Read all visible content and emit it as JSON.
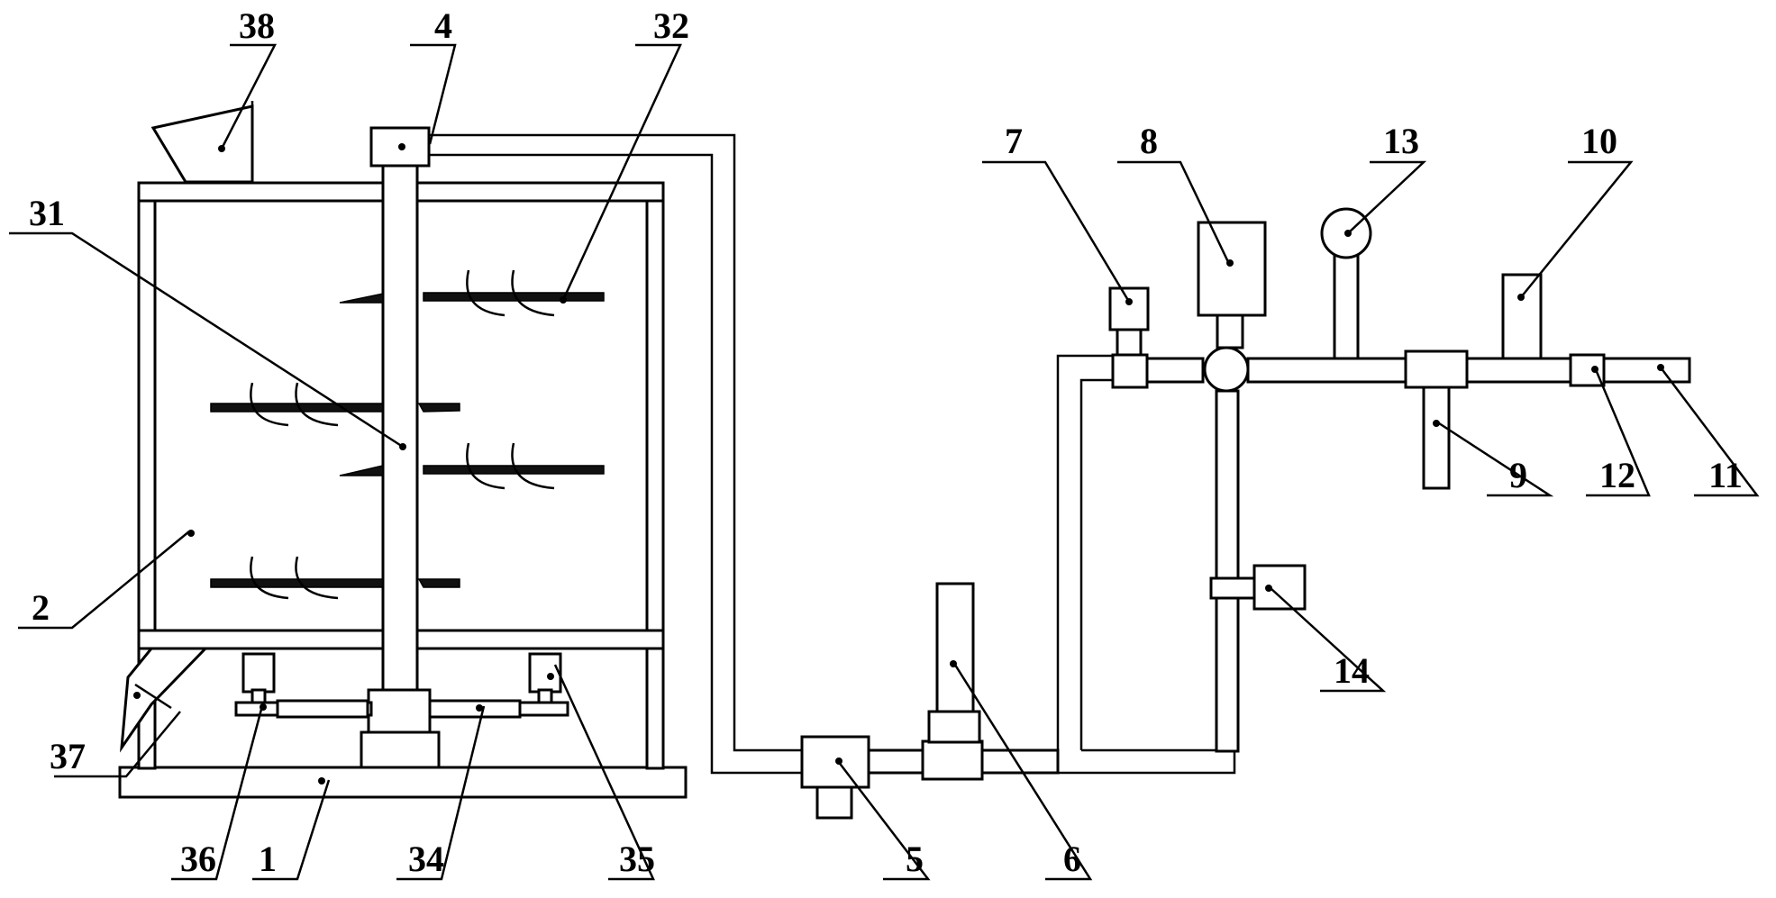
{
  "labels": {
    "l1": "1",
    "l2": "2",
    "l4": "4",
    "l5": "5",
    "l6": "6",
    "l7": "7",
    "l8": "8",
    "l9": "9",
    "l10": "10",
    "l11": "11",
    "l12": "12",
    "l13": "13",
    "l14": "14",
    "l31": "31",
    "l32": "32",
    "l34": "34",
    "l35": "35",
    "l36": "36",
    "l37": "37",
    "l38": "38"
  }
}
